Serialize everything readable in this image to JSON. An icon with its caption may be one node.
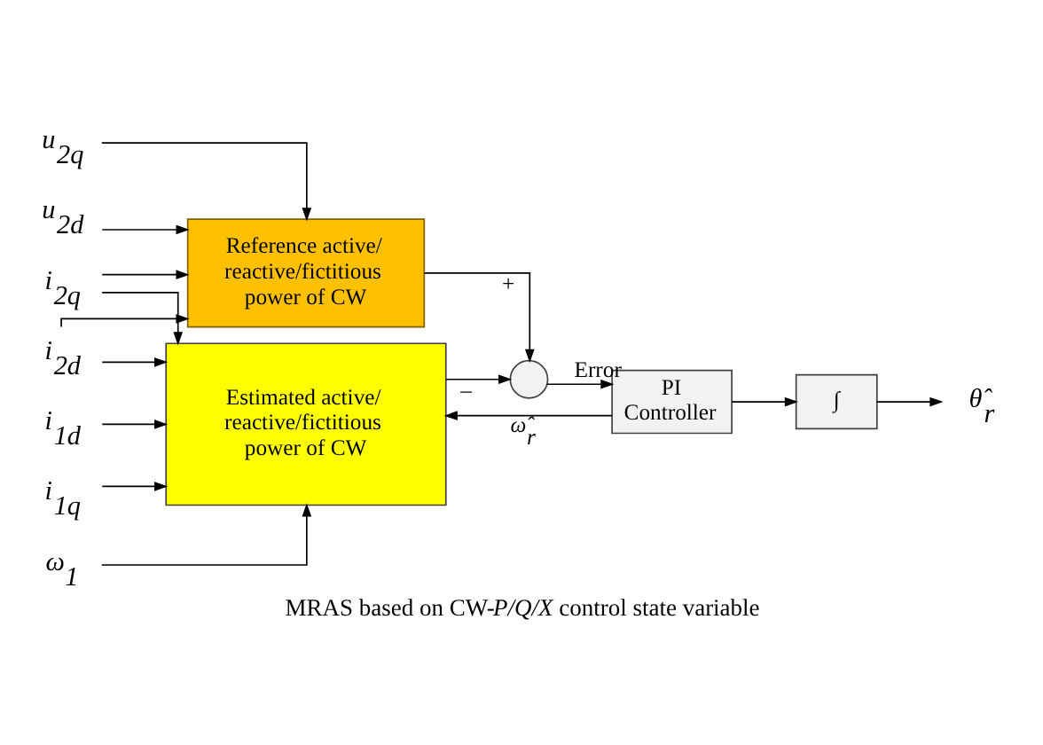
{
  "diagram": {
    "caption": "MRAS based on CW-*P/Q/X* control state variable",
    "nodes": [
      {
        "text": [
          "u$_{2d}$"
        ]
      },
      {
        "text": [
          "u$_{2q}$"
        ]
      },
      {
        "text": [
          "i$_{2d}$"
        ]
      },
      {
        "text": [
          "i$_{2q}$"
        ]
      },
      {
        "text": [
          "Reference active/ reactive/fictitious power of CW"
        ]
      },
      {
        "text": [],
        "shape": "circle"
      },
      {
        "text": [
          "i$_{1d}$"
        ]
      },
      {
        "text": [
          "i$_{1q}$"
        ]
      },
      {
        "text": [
          "ω$_{1}$"
        ]
      },
      {
        "text": [
          "Estimated active/ reactive/fictitious power of CW"
        ]
      },
      {
        "text": [
          "PI Controller"
        ]
      },
      {
        "text": [
          "∫"
        ]
      },
      {
        "text": [
          "θ̂$_{r}$"
        ]
      }
    ],
    "edges": [
      {
        "from": 0,
        "to": 4,
        "arrow": "to"
      },
      {
        "from": 1,
        "to": 4,
        "arrow": "to"
      },
      {
        "from": 2,
        "to": 4,
        "arrow": "to"
      },
      {
        "from": 3,
        "to": 4,
        "arrow": "to"
      },
      {
        "from": 2,
        "to": 9,
        "arrow": "to"
      },
      {
        "from": 3,
        "to": 9,
        "arrow": "to"
      },
      {
        "from": 6,
        "to": 9,
        "arrow": "to"
      },
      {
        "from": 7,
        "to": 9,
        "arrow": "to"
      },
      {
        "from": 8,
        "to": 9,
        "arrow": "to"
      },
      {
        "from": 4,
        "to": 5,
        "arrow": "to",
        "label": "+"
      },
      {
        "from": 9,
        "to": 5,
        "arrow": "to",
        "label": "–"
      },
      {
        "from": 5,
        "to": 10,
        "arrow": "to",
        "label": "Error"
      },
      {
        "from": 10,
        "to": 9,
        "arrow": "to",
        "label": "ω̂$_{r}$"
      },
      {
        "from": 10,
        "to": 11,
        "arrow": "to"
      },
      {
        "from": 11,
        "to": 12,
        "arrow": "to"
      }
    ]
  }
}
